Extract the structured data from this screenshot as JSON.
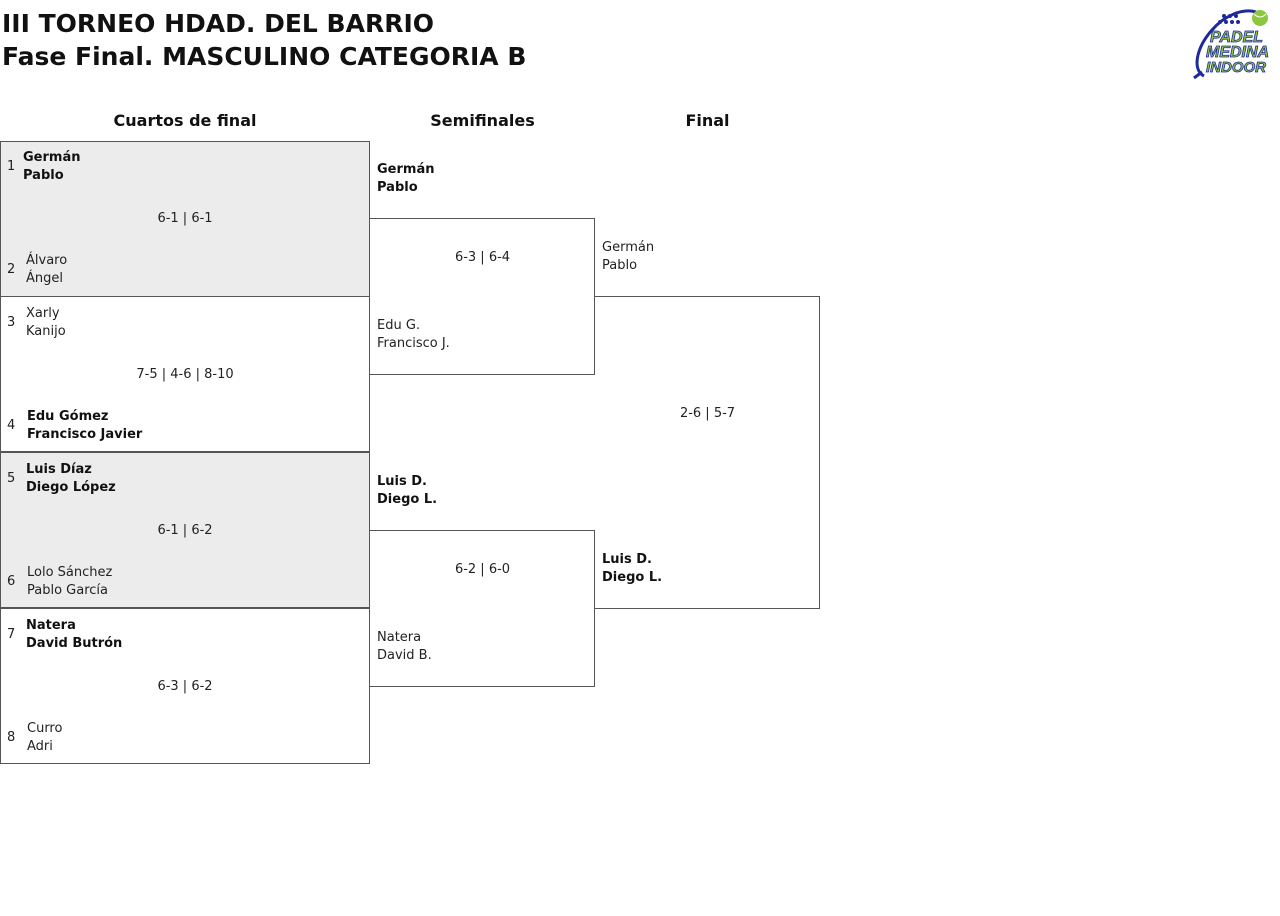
{
  "header": {
    "title_line1": "III TORNEO HDAD. DEL BARRIO",
    "title_line2": "Fase Final. MASCULINO CATEGORIA B",
    "logo": {
      "line1": "PADEL",
      "line2": "MEDINA",
      "line3": "INDOOR"
    }
  },
  "rounds": {
    "quarterfinals": "Cuartos de final",
    "semifinals": "Semifinales",
    "final": "Final"
  },
  "quarterfinals": [
    {
      "top": {
        "seed": "1",
        "p1": "Germán",
        "p2": "Pablo"
      },
      "bottom": {
        "seed": "2",
        "p1": "Álvaro",
        "p2": "Ángel"
      },
      "score": "6-1 | 6-1"
    },
    {
      "top": {
        "seed": "3",
        "p1": "Xarly",
        "p2": "Kanijo"
      },
      "bottom": {
        "seed": "4",
        "p1": "Edu Gómez",
        "p2": "Francisco Javier"
      },
      "score": "7-5 | 4-6 | 8-10"
    },
    {
      "top": {
        "seed": "5",
        "p1": "Luis Díaz",
        "p2": "Diego López"
      },
      "bottom": {
        "seed": "6",
        "p1": "Lolo Sánchez",
        "p2": "Pablo García"
      },
      "score": "6-1 | 6-2"
    },
    {
      "top": {
        "seed": "7",
        "p1": "Natera",
        "p2": "David Butrón"
      },
      "bottom": {
        "seed": "8",
        "p1": "Curro",
        "p2": "Adri"
      },
      "score": "6-3 | 6-2"
    }
  ],
  "semifinals": [
    {
      "top": {
        "p1": "Germán",
        "p2": "Pablo"
      },
      "bottom": {
        "p1": "Edu G.",
        "p2": "Francisco J."
      },
      "score": "6-3 | 6-4"
    },
    {
      "top": {
        "p1": "Luis D.",
        "p2": "Diego L."
      },
      "bottom": {
        "p1": "Natera",
        "p2": "David B."
      },
      "score": "6-2 | 6-0"
    }
  ],
  "final": {
    "top": {
      "p1": "Germán",
      "p2": "Pablo"
    },
    "bottom": {
      "p1": "Luis D.",
      "p2": "Diego L."
    },
    "score": "2-6 | 5-7"
  },
  "colors": {
    "shade": "#ececec",
    "logo_blue": "#1e2a9c",
    "logo_green": "#8dc63f"
  }
}
